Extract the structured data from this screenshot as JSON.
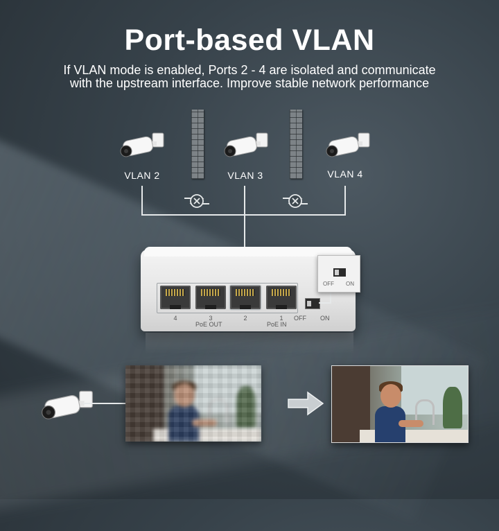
{
  "title": "Port-based VLAN",
  "subtitle_line1": "If VLAN mode is enabled, Ports 2 - 4 are isolated and communicate",
  "subtitle_line2": "with the upstream interface. Improve stable network performance",
  "vlans": [
    {
      "label": "VLAN 2"
    },
    {
      "label": "VLAN 3"
    },
    {
      "label": "VLAN 4"
    }
  ],
  "switch": {
    "ports": [
      "4",
      "3",
      "2",
      "1"
    ],
    "poe_out_label": "PoE  OUT",
    "poe_in_label": "PoE  IN",
    "off_label": "OFF",
    "on_label": "ON",
    "zoom_off_label": "OFF",
    "zoom_on_label": "ON"
  },
  "icons": {
    "camera": "security-camera-icon",
    "wall": "firewall-wall-icon",
    "isolation": "no-communication-icon",
    "arrow": "arrow-right-icon"
  },
  "colors": {
    "text": "#ffffff",
    "wire": "#e6e9ea",
    "background": "#37424a"
  }
}
